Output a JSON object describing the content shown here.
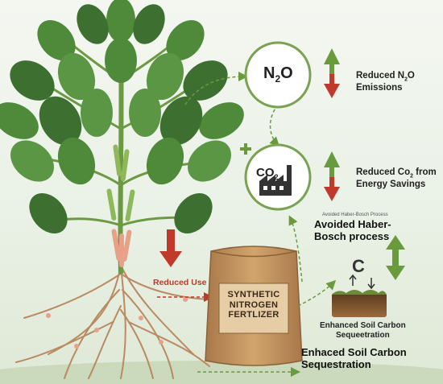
{
  "labels": {
    "n2o_symbol": "N",
    "n2o_sub": "2",
    "n2o_tail": "O",
    "n2o_line1": "Reduced N",
    "n2o_line1_sub": "2",
    "n2o_line1_tail": "O",
    "n2o_line2": "Emissions",
    "co2_symbol": "CO",
    "co2_sub": "2",
    "co2_line1": "Reduced Co",
    "co2_line1_sub": "2",
    "co2_line1_tail": " from",
    "co2_line2": "Energy Savings",
    "hb_small": "Avoided Haber-Bosch Process",
    "hb_big_line1": "Avoided Haber-",
    "hb_big_line2": "Bosch process",
    "carbon_symbol": "C",
    "soil_small_line1": "Enhanced Soil Carbon",
    "soil_small_line2": "Sequeetration",
    "soil_big_line1": "Enhaced Soil Carbon",
    "soil_big_line2": "Sequestration",
    "reduced_use": "Reduced Use",
    "bag_line1": "SYNTHETIC",
    "bag_line2": "NITROGEN",
    "bag_line3": "FERTLIZER"
  },
  "colors": {
    "leaf": "#4f8a3a",
    "leaf_dark": "#3d7030",
    "stem": "#6c9a43",
    "root": "#b98a63",
    "nodule": "#e8a089",
    "arrow_green": "#6a9a3e",
    "arrow_red": "#c0392b",
    "bag": "#c79a63",
    "soil": "#7a5230"
  }
}
